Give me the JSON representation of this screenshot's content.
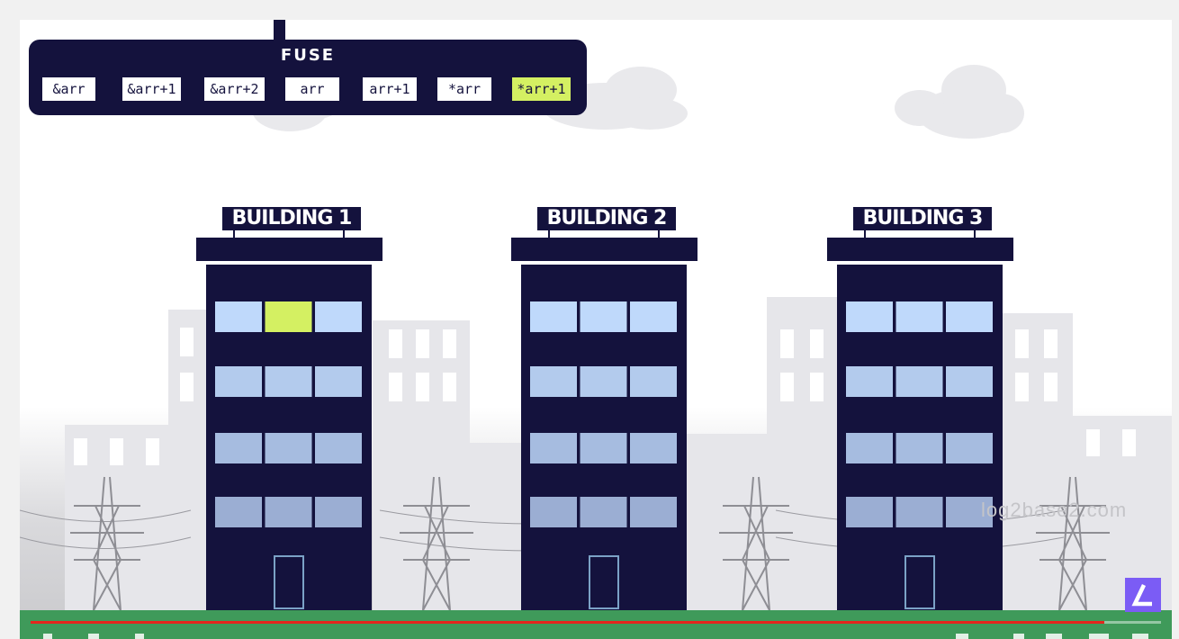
{
  "fuse": {
    "title": "FUSE",
    "options": [
      "&arr",
      "&arr+1",
      "&arr+2",
      "arr",
      "arr+1",
      "*arr",
      "*arr+1"
    ],
    "active_option": "*arr+1",
    "panel_color": "#14123d",
    "active_color": "#d4f062"
  },
  "buildings": [
    {
      "label": "BUILDING 1",
      "highlighted_window": {
        "floor": 1,
        "column": 2
      }
    },
    {
      "label": "BUILDING 2",
      "highlighted_window": null
    },
    {
      "label": "BUILDING 3",
      "highlighted_window": null
    }
  ],
  "colors": {
    "building": "#14123d",
    "window": "#bfd9fb",
    "window_highlight": "#d4f062",
    "ground": "#3f9a5a"
  },
  "watermark": "log2base2.com",
  "player": {
    "progress_fraction": 0.95,
    "progress_color": "#e5261d",
    "icons": [
      "play-icon",
      "next-icon",
      "volume-icon",
      "settings-icon",
      "hd-badge-icon",
      "miniplayer-icon",
      "theater-icon",
      "fullscreen-icon"
    ]
  },
  "logo": {
    "icon": "log2base2-logo-icon",
    "color": "#7b5cf5"
  }
}
